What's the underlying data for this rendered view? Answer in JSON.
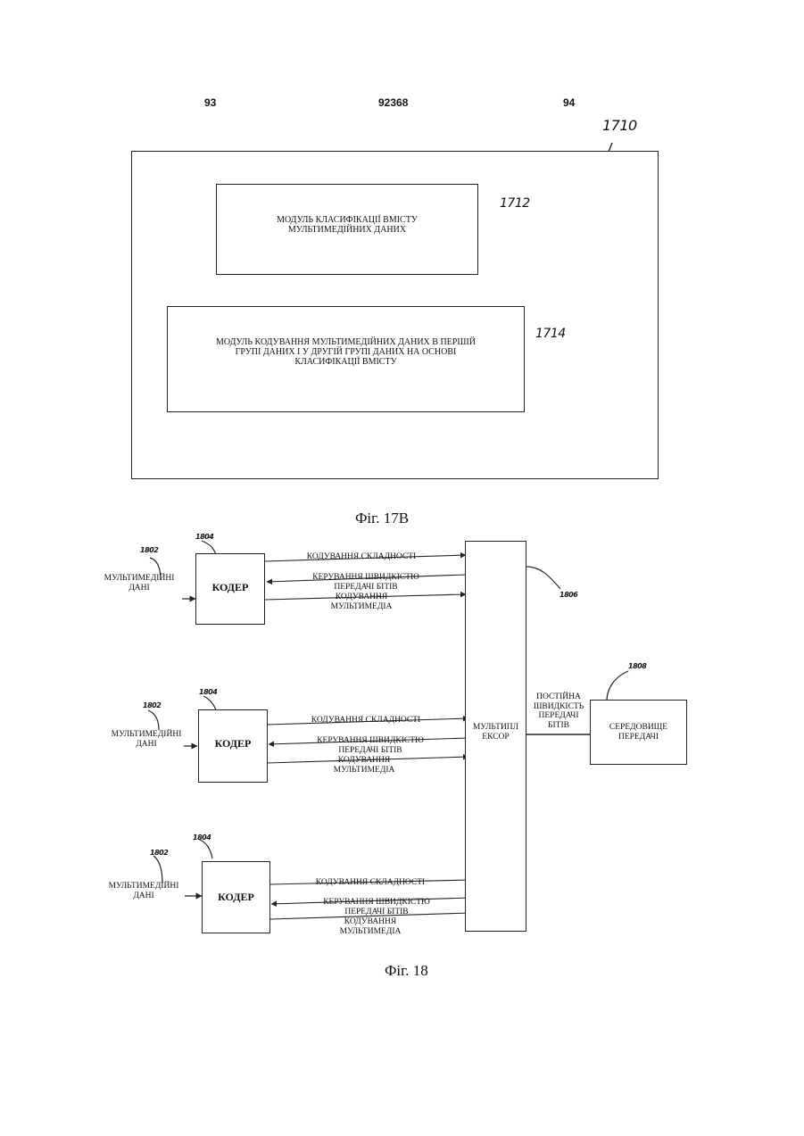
{
  "header": {
    "page_left": "93",
    "patent_number": "92368",
    "page_right": "94"
  },
  "fig17b": {
    "outer_ref": "1710",
    "module1": {
      "ref": "1712",
      "line1": "МОДУЛЬ КЛАСИФІКАЦІЇ ВМІСТУ",
      "line2": "МУЛЬТИМЕДІЙНИХ ДАНИХ"
    },
    "module2": {
      "ref": "1714",
      "line1": "МОДУЛЬ КОДУВАННЯ МУЛЬТИМЕДІЙНИХ ДАНИХ В ПЕРШІЙ",
      "line2": "ГРУПІ ДАНИХ І У ДРУГІЙ ГРУПІ ДАНИХ НА ОСНОВІ",
      "line3": "КЛАСИФІКАЦІЇ ВМІСТУ"
    },
    "caption": "Фіг. 17В"
  },
  "fig18": {
    "channels": [
      {
        "data_ref": "1802",
        "coder_ref": "1804",
        "input_line1": "МУЛЬТИМЕДІЙНІ",
        "input_line2": "ДАНІ",
        "coder_label": "КОДЕР",
        "sig1": "КОДУВАННЯ СКЛАДНОСТІ",
        "sig2_line1": "КЕРУВАННЯ ШВИДКІСТЮ",
        "sig2_line2": "ПЕРЕДАЧІ БІТІВ",
        "sig3_line1": "КОДУВАННЯ",
        "sig3_line2": "МУЛЬТИМЕДІА"
      },
      {
        "data_ref": "1802",
        "coder_ref": "1804",
        "input_line1": "МУЛЬТИМЕДІЙНІ",
        "input_line2": "ДАНІ",
        "coder_label": "КОДЕР",
        "sig1": "КОДУВАННЯ СКЛАДНОСТІ",
        "sig2_line1": "КЕРУВАННЯ ШВИДКІСТЮ",
        "sig2_line2": "ПЕРЕДАЧІ БІТІВ",
        "sig3_line1": "КОДУВАННЯ",
        "sig3_line2": "МУЛЬТИМЕДІА"
      },
      {
        "data_ref": "1802",
        "coder_ref": "1804",
        "input_line1": "МУЛЬТИМЕДІЙНІ",
        "input_line2": "ДАНІ",
        "coder_label": "КОДЕР",
        "sig1": "КОДУВАННЯ СКЛАДНОСТІ",
        "sig2_line1": "КЕРУВАННЯ ШВИДКІСТЮ",
        "sig2_line2": "ПЕРЕДАЧІ БІТІВ",
        "sig3_line1": "КОДУВАННЯ",
        "sig3_line2": "МУЛЬТИМЕДІА"
      }
    ],
    "multiplexer": {
      "ref": "1806",
      "line1": "МУЛЬТИПЛ",
      "line2": "ЕКСОР"
    },
    "link": {
      "line1": "ПОСТІЙНА",
      "line2": "ШВИДКІСТЬ",
      "line3": "ПЕРЕДАЧІ",
      "line4": "БІТІВ"
    },
    "medium": {
      "ref": "1808",
      "line1": "СЕРЕДОВИЩЕ",
      "line2": "ПЕРЕДАЧІ"
    },
    "caption": "Фіг. 18"
  }
}
